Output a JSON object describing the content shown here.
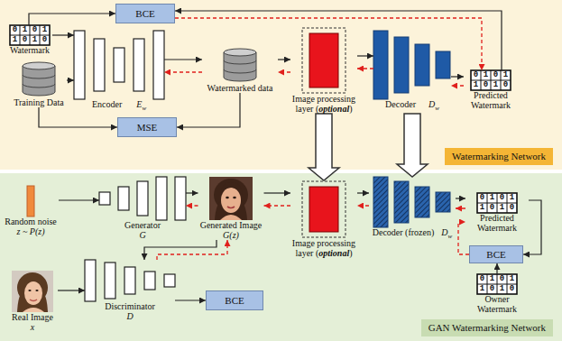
{
  "diagram": {
    "nodes": [
      {
        "text": [
          "Watermarking Network"
        ]
      },
      {
        "text": [
          "BCE"
        ],
        "in": 0
      },
      {
        "text": [
          "0 1 0 1",
          "1 0 1 0",
          "Watermark"
        ],
        "in": 0
      },
      {
        "text": [
          "Training Data"
        ],
        "in": 0
      },
      {
        "text": [
          "Encoder",
          "E",
          "w"
        ],
        "in": 0
      },
      {
        "text": [
          "Watermarked data"
        ],
        "in": 0
      },
      {
        "text": [
          "MSE"
        ],
        "in": 0
      },
      {
        "text": [
          "Image processing layer (",
          "optional",
          ")"
        ],
        "in": 0
      },
      {
        "text": [
          "Decoder",
          "D",
          "w"
        ],
        "in": 0
      },
      {
        "text": [
          "0 1 0 1",
          "1 0 1 0",
          "Predicted Watermark"
        ],
        "in": 0
      },
      {
        "text": [
          "GAN Watermarking Network"
        ]
      },
      {
        "text": [
          "Random noise",
          "z ~ P(z)"
        ],
        "in": 10
      },
      {
        "text": [
          "Generator",
          "G"
        ],
        "in": 10
      },
      {
        "text": [
          "Generated Image",
          "G(z)"
        ],
        "in": 10
      },
      {
        "text": [
          "Image processing layer (",
          "optional",
          ")"
        ],
        "in": 10
      },
      {
        "text": [
          "Decoder (frozen)",
          "D",
          "w"
        ],
        "in": 10
      },
      {
        "text": [
          "0 1 0 1",
          "1 0 1 0",
          "Predicted Watermark"
        ],
        "in": 10
      },
      {
        "text": [
          "BCE"
        ],
        "in": 10
      },
      {
        "text": [
          "0 1 0 1",
          "1 0 1 0",
          "Owner Watermark"
        ],
        "in": 10
      },
      {
        "text": [
          "Real Image",
          "x"
        ],
        "in": 10
      },
      {
        "text": [
          "Discriminator",
          "D"
        ],
        "in": 10
      },
      {
        "text": [
          "BCE"
        ],
        "in": 10
      }
    ],
    "edges": [
      {
        "from": 2,
        "to": 4,
        "arrow": "to"
      },
      {
        "from": 3,
        "to": 4,
        "arrow": "to"
      },
      {
        "from": 4,
        "to": 5,
        "arrow": "to"
      },
      {
        "from": 5,
        "to": 7,
        "arrow": "to"
      },
      {
        "from": 7,
        "to": 8,
        "arrow": "to"
      },
      {
        "from": 8,
        "to": 9,
        "arrow": "to"
      },
      {
        "from": 2,
        "to": 1,
        "arrow": "to"
      },
      {
        "from": 9,
        "to": 1,
        "arrow": "to"
      },
      {
        "from": 1,
        "to": 9,
        "arrow": "to"
      },
      {
        "from": 3,
        "to": 6,
        "arrow": "to"
      },
      {
        "from": 5,
        "to": 6,
        "arrow": "to"
      },
      {
        "from": 9,
        "to": 8,
        "arrow": "to"
      },
      {
        "from": 8,
        "to": 7,
        "arrow": "to"
      },
      {
        "from": 7,
        "to": 5,
        "arrow": "to"
      },
      {
        "from": 5,
        "to": 4,
        "arrow": "to"
      },
      {
        "from": 7,
        "to": 14,
        "arrow": "to"
      },
      {
        "from": 8,
        "to": 15,
        "arrow": "to"
      },
      {
        "from": 11,
        "to": 12,
        "arrow": "to"
      },
      {
        "from": 12,
        "to": 13,
        "arrow": "to"
      },
      {
        "from": 13,
        "to": 14,
        "arrow": "to"
      },
      {
        "from": 14,
        "to": 15,
        "arrow": "to"
      },
      {
        "from": 15,
        "to": 16,
        "arrow": "to"
      },
      {
        "from": 16,
        "to": 17,
        "arrow": "to"
      },
      {
        "from": 18,
        "to": 17,
        "arrow": "to"
      },
      {
        "from": 16,
        "to": 15,
        "arrow": "to"
      },
      {
        "from": 15,
        "to": 14,
        "arrow": "to"
      },
      {
        "from": 14,
        "to": 13,
        "arrow": "to"
      },
      {
        "from": 13,
        "to": 12,
        "arrow": "to"
      },
      {
        "from": 13,
        "to": 20,
        "arrow": "to"
      },
      {
        "from": 19,
        "to": 20,
        "arrow": "to"
      },
      {
        "from": 20,
        "to": 21,
        "arrow": "to"
      },
      {
        "from": 20,
        "to": 13,
        "arrow": "to"
      },
      {
        "from": 17,
        "to": 16,
        "arrow": "to"
      }
    ]
  }
}
